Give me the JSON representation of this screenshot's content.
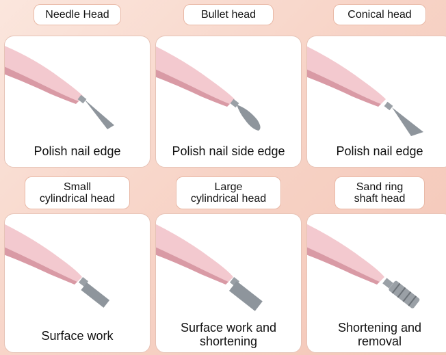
{
  "items": [
    {
      "title": "Needle Head",
      "caption": "Polish nail edge",
      "tip": "needle"
    },
    {
      "title": "Bullet head",
      "caption": "Polish nail side edge",
      "tip": "bullet"
    },
    {
      "title": "Conical head",
      "caption": "Polish nail edge",
      "tip": "cone"
    },
    {
      "title": "Small\ncylindrical head",
      "caption": "Surface work",
      "tip": "small-cylinder"
    },
    {
      "title": "Large\ncylindrical head",
      "caption": "Surface work and\nshortening",
      "tip": "large-cylinder"
    },
    {
      "title": "Sand ring\nshaft head",
      "caption": "Shortening and\nremoval",
      "tip": "sand-ring"
    }
  ],
  "colors": {
    "handle": "#f3c9cf",
    "handle_shadow": "#d99aa5",
    "metal": "#9aa0a6",
    "border": "#e6c3b6"
  }
}
